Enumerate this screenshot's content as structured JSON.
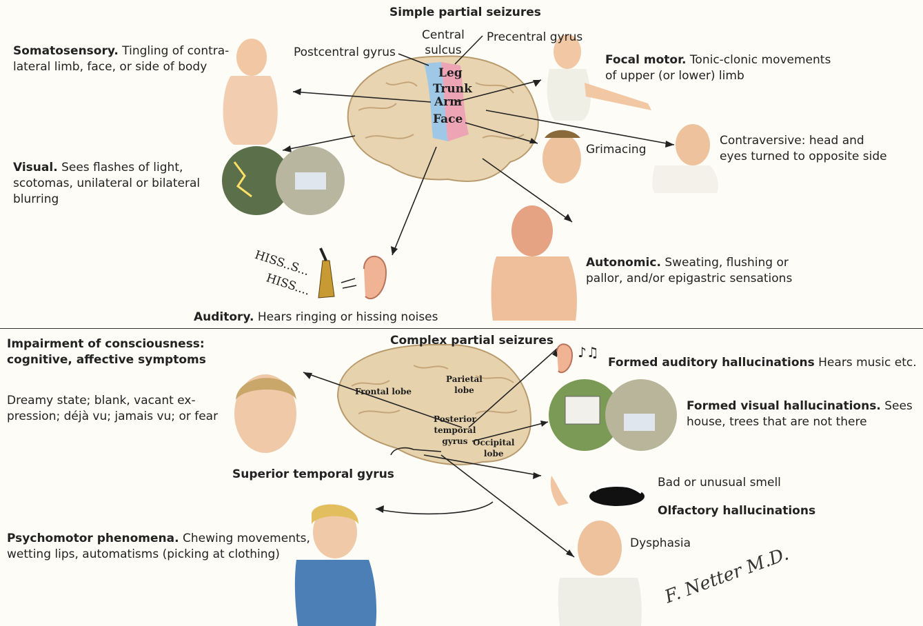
{
  "simple": {
    "title": "Simple partial seizures",
    "labels": {
      "central_sulcus": "Central\nsulcus",
      "precentral": "Precentral gyrus",
      "postcentral": "Postcentral gyrus",
      "leg": "Leg",
      "trunk": "Trunk",
      "arm": "Arm",
      "face": "Face"
    },
    "somatosensory": {
      "bold": "Somatosensory.",
      "line1": " Tingling of contra-",
      "line2": "lateral limb, face, or side of body"
    },
    "focal_motor": {
      "bold": "Focal motor.",
      "line1": " Tonic-clonic movements",
      "line2": "of upper (or lower) limb"
    },
    "visual": {
      "bold": "Visual.",
      "line1": " Sees flashes of light,",
      "line2": "scotomas, unilateral or bilateral",
      "line3": "blurring"
    },
    "grimacing": "Grimacing",
    "contraversive": {
      "line1": "Contraversive: head and",
      "line2": "eyes turned to opposite side"
    },
    "autonomic": {
      "bold": "Autonomic.",
      "line1": " Sweating, flushing or",
      "line2": "pallor, and/or epigastric sensations"
    },
    "auditory": {
      "bold": "Auditory.",
      "rest": " Hears ringing or hissing noises"
    },
    "hiss1": "HISS..S...",
    "hiss2": "HISS...."
  },
  "complex": {
    "title": "Complex partial seizures",
    "impairment": {
      "line1": "Impairment of consciousness:",
      "line2": "cognitive, affective symptoms"
    },
    "dreamy": {
      "line1": "Dreamy state; blank, vacant ex-",
      "line2": "pression; déjà vu; jamais vu; or fear"
    },
    "brain_labels": {
      "frontal": "Frontal lobe",
      "parietal": "Parietal\nlobe",
      "posterior": "Posterior\ntemporal\ngyrus",
      "occipital": "Occipital\nlobe"
    },
    "superior_temporal": "Superior temporal gyrus",
    "formed_auditory": {
      "bold": "Formed auditory hallucinations",
      "rest": " Hears music etc."
    },
    "formed_visual": {
      "bold": "Formed visual hallucinations.",
      "rest1": " Sees",
      "line2": "house, trees that are not there"
    },
    "bad_smell": "Bad or unusual smell",
    "olfactory": "Olfactory hallucinations",
    "psychomotor": {
      "bold": "Psychomotor phenomena.",
      "rest": " Chewing movements,",
      "line2": "wetting lips, automatisms (picking at clothing)"
    },
    "dysphasia": "Dysphasia"
  },
  "signature": "F. Netter M.D."
}
